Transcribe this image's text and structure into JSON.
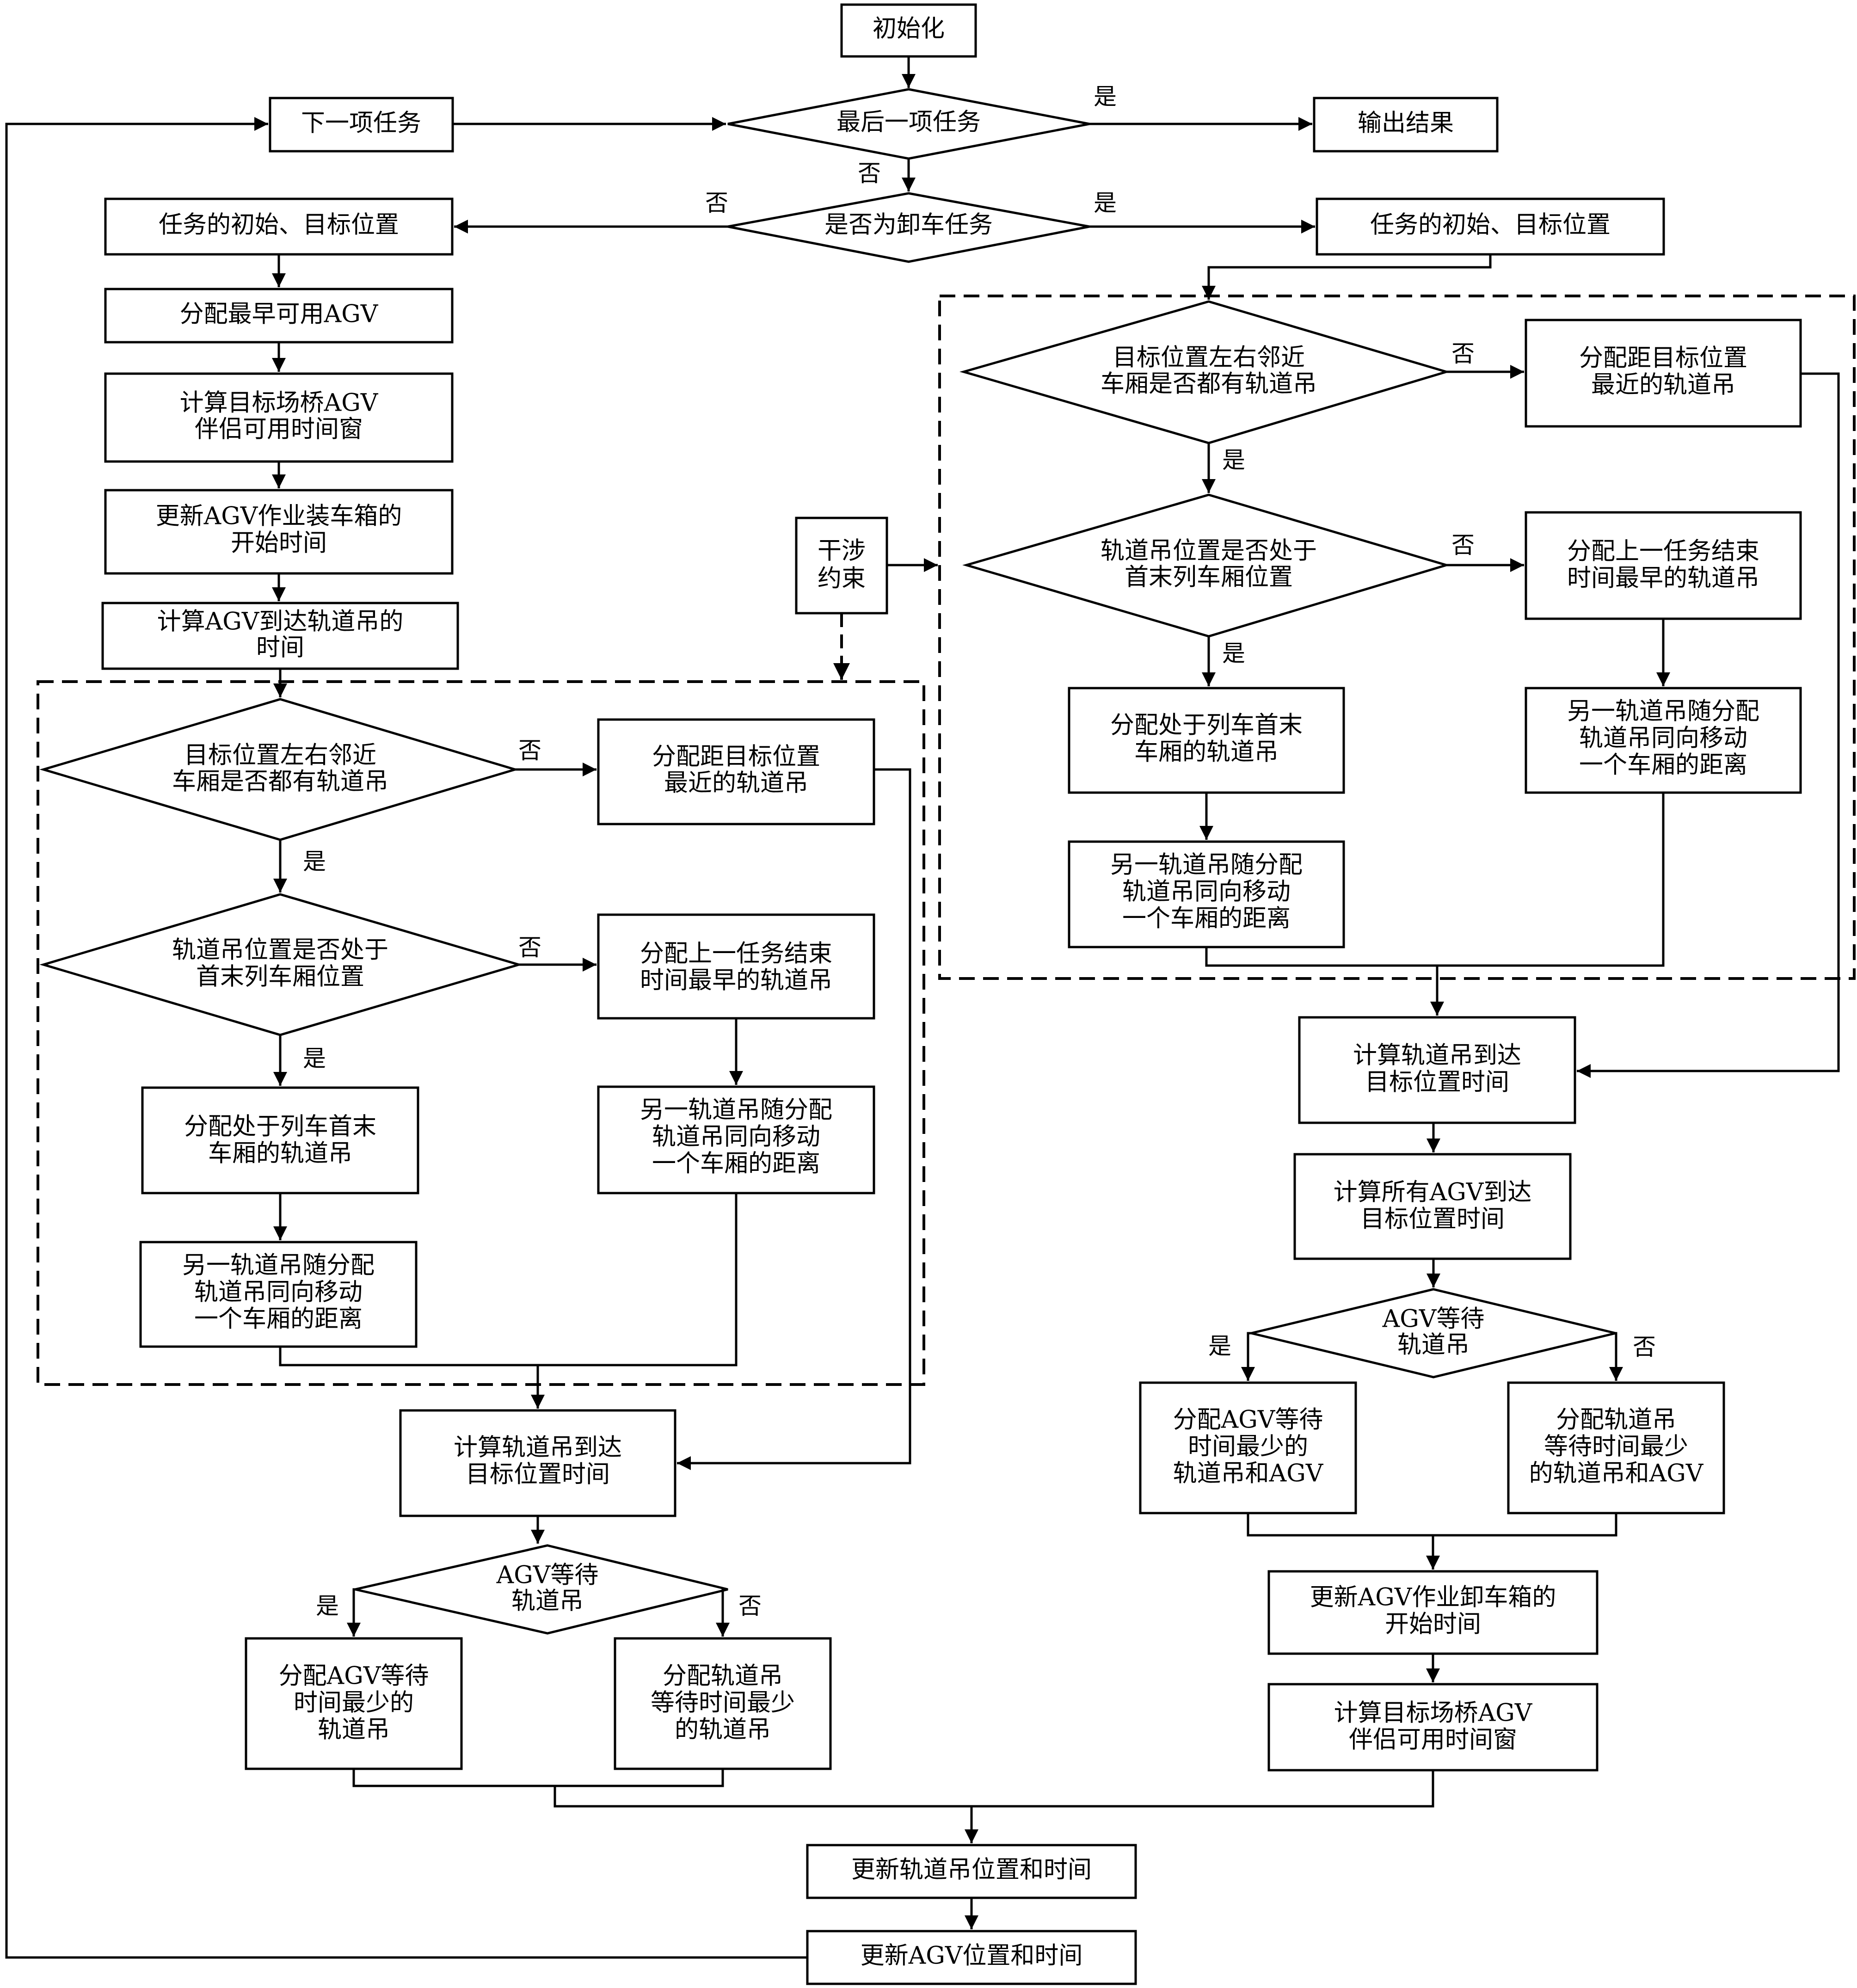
{
  "nodes": {
    "init": "初始化",
    "last_task": "最后一项任务",
    "next_task": "下一项任务",
    "output": "输出结果",
    "is_unload": "是否为卸车任务",
    "task_pos_left": "任务的初始、目标位置",
    "task_pos_right": "任务的初始、目标位置",
    "assign_agv": "分配最早可用AGV",
    "calc_window_l1": "计算目标场桥AGV",
    "calc_window_l2": "伴侣可用时间窗",
    "update_load_l1": "更新AGV作业装车箱的",
    "update_load_l2": "开始时间",
    "calc_agv_arrive_l1": "计算AGV到达轨道吊的",
    "calc_agv_arrive_l2": "时间",
    "interference_l1": "干涉",
    "interference_l2": "约束",
    "q_adjacent_l1": "目标位置左右邻近",
    "q_adjacent_l2": "车厢是否都有轨道吊",
    "assign_nearest_l1": "分配距目标位置",
    "assign_nearest_l2": "最近的轨道吊",
    "q_end_pos_l1": "轨道吊位置是否处于",
    "q_end_pos_l2": "首末列车厢位置",
    "assign_earliest_l1": "分配上一任务结束",
    "assign_earliest_l2": "时间最早的轨道吊",
    "assign_end_l1": "分配处于列车首末",
    "assign_end_l2": "车厢的轨道吊",
    "follow_l1": "另一轨道吊随分配",
    "follow_l2": "轨道吊同向移动",
    "follow_l3": "一个车厢的距离",
    "calc_crane_arrive_l1": "计算轨道吊到达",
    "calc_crane_arrive_l2": "目标位置时间",
    "agv_wait_l1": "AGV等待",
    "agv_wait_l2": "轨道吊",
    "assign_agv_min_wait_left_l1": "分配AGV等待",
    "assign_agv_min_wait_left_l2": "时间最少的",
    "assign_agv_min_wait_left_l3": "轨道吊",
    "assign_crane_min_wait_left_l1": "分配轨道吊",
    "assign_crane_min_wait_left_l2": "等待时间最少",
    "assign_crane_min_wait_left_l3": "的轨道吊",
    "calc_all_agv_l1": "计算所有AGV到达",
    "calc_all_agv_l2": "目标位置时间",
    "assign_agv_min_wait_right_l1": "分配AGV等待",
    "assign_agv_min_wait_right_l2": "时间最少的",
    "assign_agv_min_wait_right_l3": "轨道吊和AGV",
    "assign_crane_min_wait_right_l1": "分配轨道吊",
    "assign_crane_min_wait_right_l2": "等待时间最少",
    "assign_crane_min_wait_right_l3": "的轨道吊和AGV",
    "update_unload_l1": "更新AGV作业卸车箱的",
    "update_unload_l2": "开始时间",
    "update_crane": "更新轨道吊位置和时间",
    "update_agv": "更新AGV位置和时间"
  },
  "labels": {
    "yes": "是",
    "no": "否"
  }
}
